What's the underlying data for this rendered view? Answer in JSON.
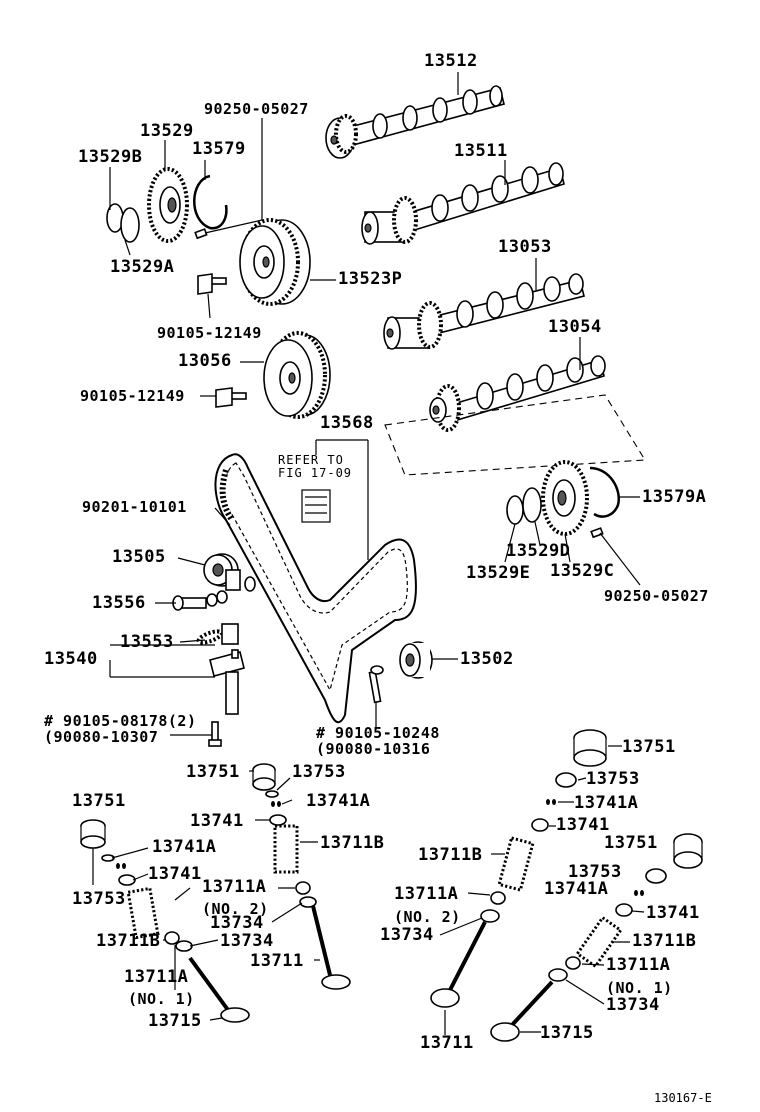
{
  "figure_code": "130167-E",
  "reference_note": {
    "line1": "REFER TO",
    "line2": "FIG 17-09"
  },
  "labels": {
    "p13512": "13512",
    "p13511": "13511",
    "p13053": "13053",
    "p13054": "13054",
    "p90250a": "90250-05027",
    "p13529": "13529",
    "p13529b": "13529B",
    "p13579": "13579",
    "p13529a": "13529A",
    "p13523p": "13523P",
    "p90105a": "90105-12149",
    "p13056": "13056",
    "p90105b": "90105-12149",
    "p13568": "13568",
    "p90201": "90201-10101",
    "p13579a": "13579A",
    "p13529d": "13529D",
    "p13529e": "13529E",
    "p13529c": "13529C",
    "p90250b": "90250-05027",
    "p13505": "13505",
    "p13556": "13556",
    "p13553": "13553",
    "p13540": "13540",
    "p13502": "13502",
    "p90105c": "# 90105-08178(2)",
    "p90080a": "(90080-10307",
    "p90105d": "# 90105-10248",
    "p90080b": "(90080-10316",
    "p13751a": "13751",
    "p13753a": "13753",
    "p13741aa": "13741A",
    "p13741a": "13741",
    "p13711ba": "13711B",
    "p13751b": "13751",
    "p13741ab": "13741A",
    "p13741b": "13741",
    "p13753b": "13753",
    "p13711aa": "13711A",
    "p13711bb": "13711B",
    "no2a": "(NO. 2)",
    "p13734a": "13734",
    "p13734b": "13734",
    "p13711a": "13711",
    "p13711ab": "13711A",
    "no1a": "(NO. 1)",
    "p13715a": "13715",
    "p13751c": "13751",
    "p13753c": "13753",
    "p13741ac": "13741A",
    "p13741c": "13741",
    "p13711bc": "13711B",
    "p13711ac": "13711A",
    "no2b": "(NO. 2)",
    "p13734c": "13734",
    "p13751d": "13751",
    "p13753d": "13753",
    "p13741ad": "13741A",
    "p13741d": "13741",
    "p13711bd": "13711B",
    "p13711ad": "13711A",
    "no1b": "(NO. 1)",
    "p13734d": "13734",
    "p13711b": "13711",
    "p13715b": "13715"
  }
}
